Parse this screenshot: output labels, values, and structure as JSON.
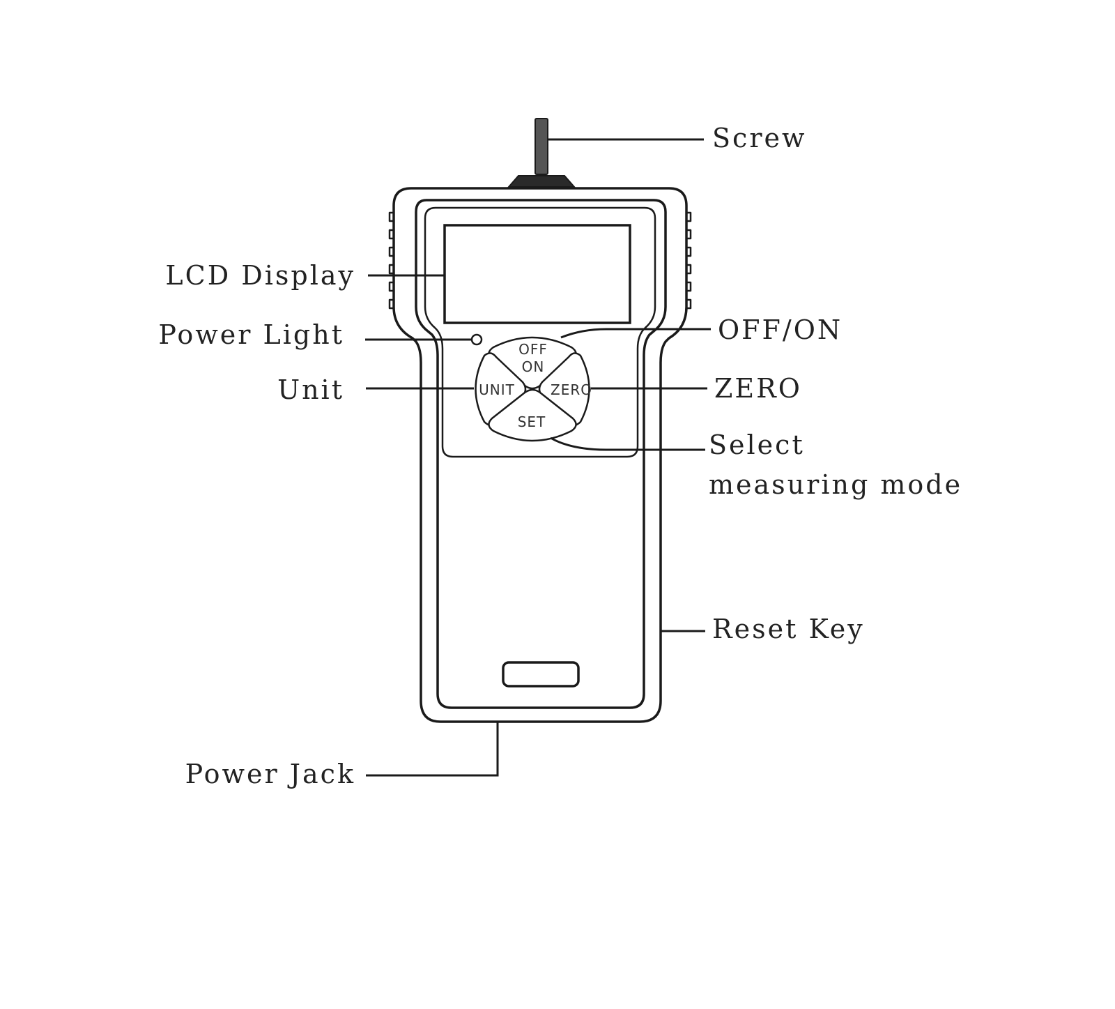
{
  "labels": {
    "screw": "Screw",
    "lcd_display": "LCD Display",
    "power_light": "Power Light",
    "unit": "Unit",
    "off_on": "OFF/ON",
    "zero": "ZERO",
    "select_line1": "Select",
    "select_line2": "measuring mode",
    "reset_key": "Reset Key",
    "power_jack": "Power Jack"
  },
  "keys": {
    "off": "OFF",
    "on": "ON",
    "unit": "UNIT",
    "zero": "ZERO",
    "set": "SET"
  },
  "colors": {
    "line": "#1a1a1a",
    "text": "#222222",
    "background": "#ffffff"
  }
}
